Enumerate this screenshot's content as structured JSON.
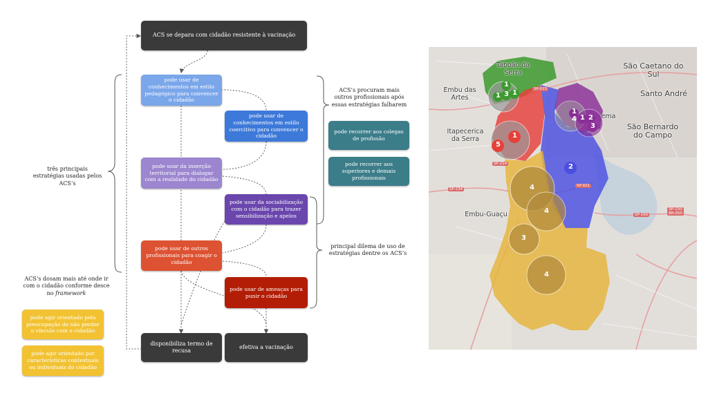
{
  "flow": {
    "start": "ACS se depara com cidadão resistente à vacinação",
    "steps": [
      "pode usar de conhecimentos em estilo pedagógico para convencer o cidadão",
      "pode usar de conhecimentos em estilo coercitivo para convencer o cidadão",
      "pode usar da inserção territorial para dialogar com a realidade do cidadão",
      "pode usar da sociabilização com o cidadão para trazer sensibilização e apelos",
      "pode usar de outros profissionais para coagir o cidadão",
      "pode usar de ameaças para punir o cidadão"
    ],
    "end_refusal": "disponibiliza termo de recusa",
    "end_vaccination": "efetiva a vacinação"
  },
  "annotations": {
    "left_strategies": "três principais estratégias usadas pelos ACS’s",
    "left_dosing_prefix": "ACS’s dosam mais até onde ir com o cidadão conforme desce no",
    "left_dosing_em": "framework",
    "right_seek": "ACS’s procuram mais outros profissionais após essas estratégias falharem",
    "right_dilemma": "principal dilema de uso de estratégias dentre os ACS’s"
  },
  "side_options": {
    "colleagues": "pode recorrer aos colegas de profissão",
    "superiors": "pode recorrer aos superiores e demais profissionais"
  },
  "orientations": [
    "pode agir orientado pela preocupação de não perder o vínculo com o cidadão",
    "pode agir orientado por características contextuais ou individuais do cidadão"
  ],
  "map": {
    "places": {
      "taboao": "Taboão da Serra",
      "embu_artes": "Embu das Artes",
      "itapecerica": "Itapecerica da Serra",
      "embu_guacu": "Embu-Guaçu",
      "sao_caetano": "São Caetano do Sul",
      "santo_andre": "Santo André",
      "sao_bernardo": "São Bernardo do Campo",
      "diadema": "ema"
    },
    "roads": {
      "sp015": "SP-015",
      "sp234": "SP-234",
      "sp160": "SP-160",
      "sp021": "SP-021",
      "sp150": "SP-150 BR-050",
      "sp214": "SP-214"
    },
    "markers": [
      "1",
      "1",
      "3",
      "1",
      "1",
      "1",
      "4",
      "2",
      "3",
      "1",
      "5",
      "2",
      "4",
      "4",
      "3",
      "4"
    ],
    "colors": {
      "green": "#3c9a2e",
      "red": "#e6403a",
      "blue": "#4b4fe0",
      "purple": "#8a2f97",
      "yellow": "#e7b53a",
      "grey_circle": "#9a9a9a",
      "olive_circle": "#b08a3b"
    }
  }
}
